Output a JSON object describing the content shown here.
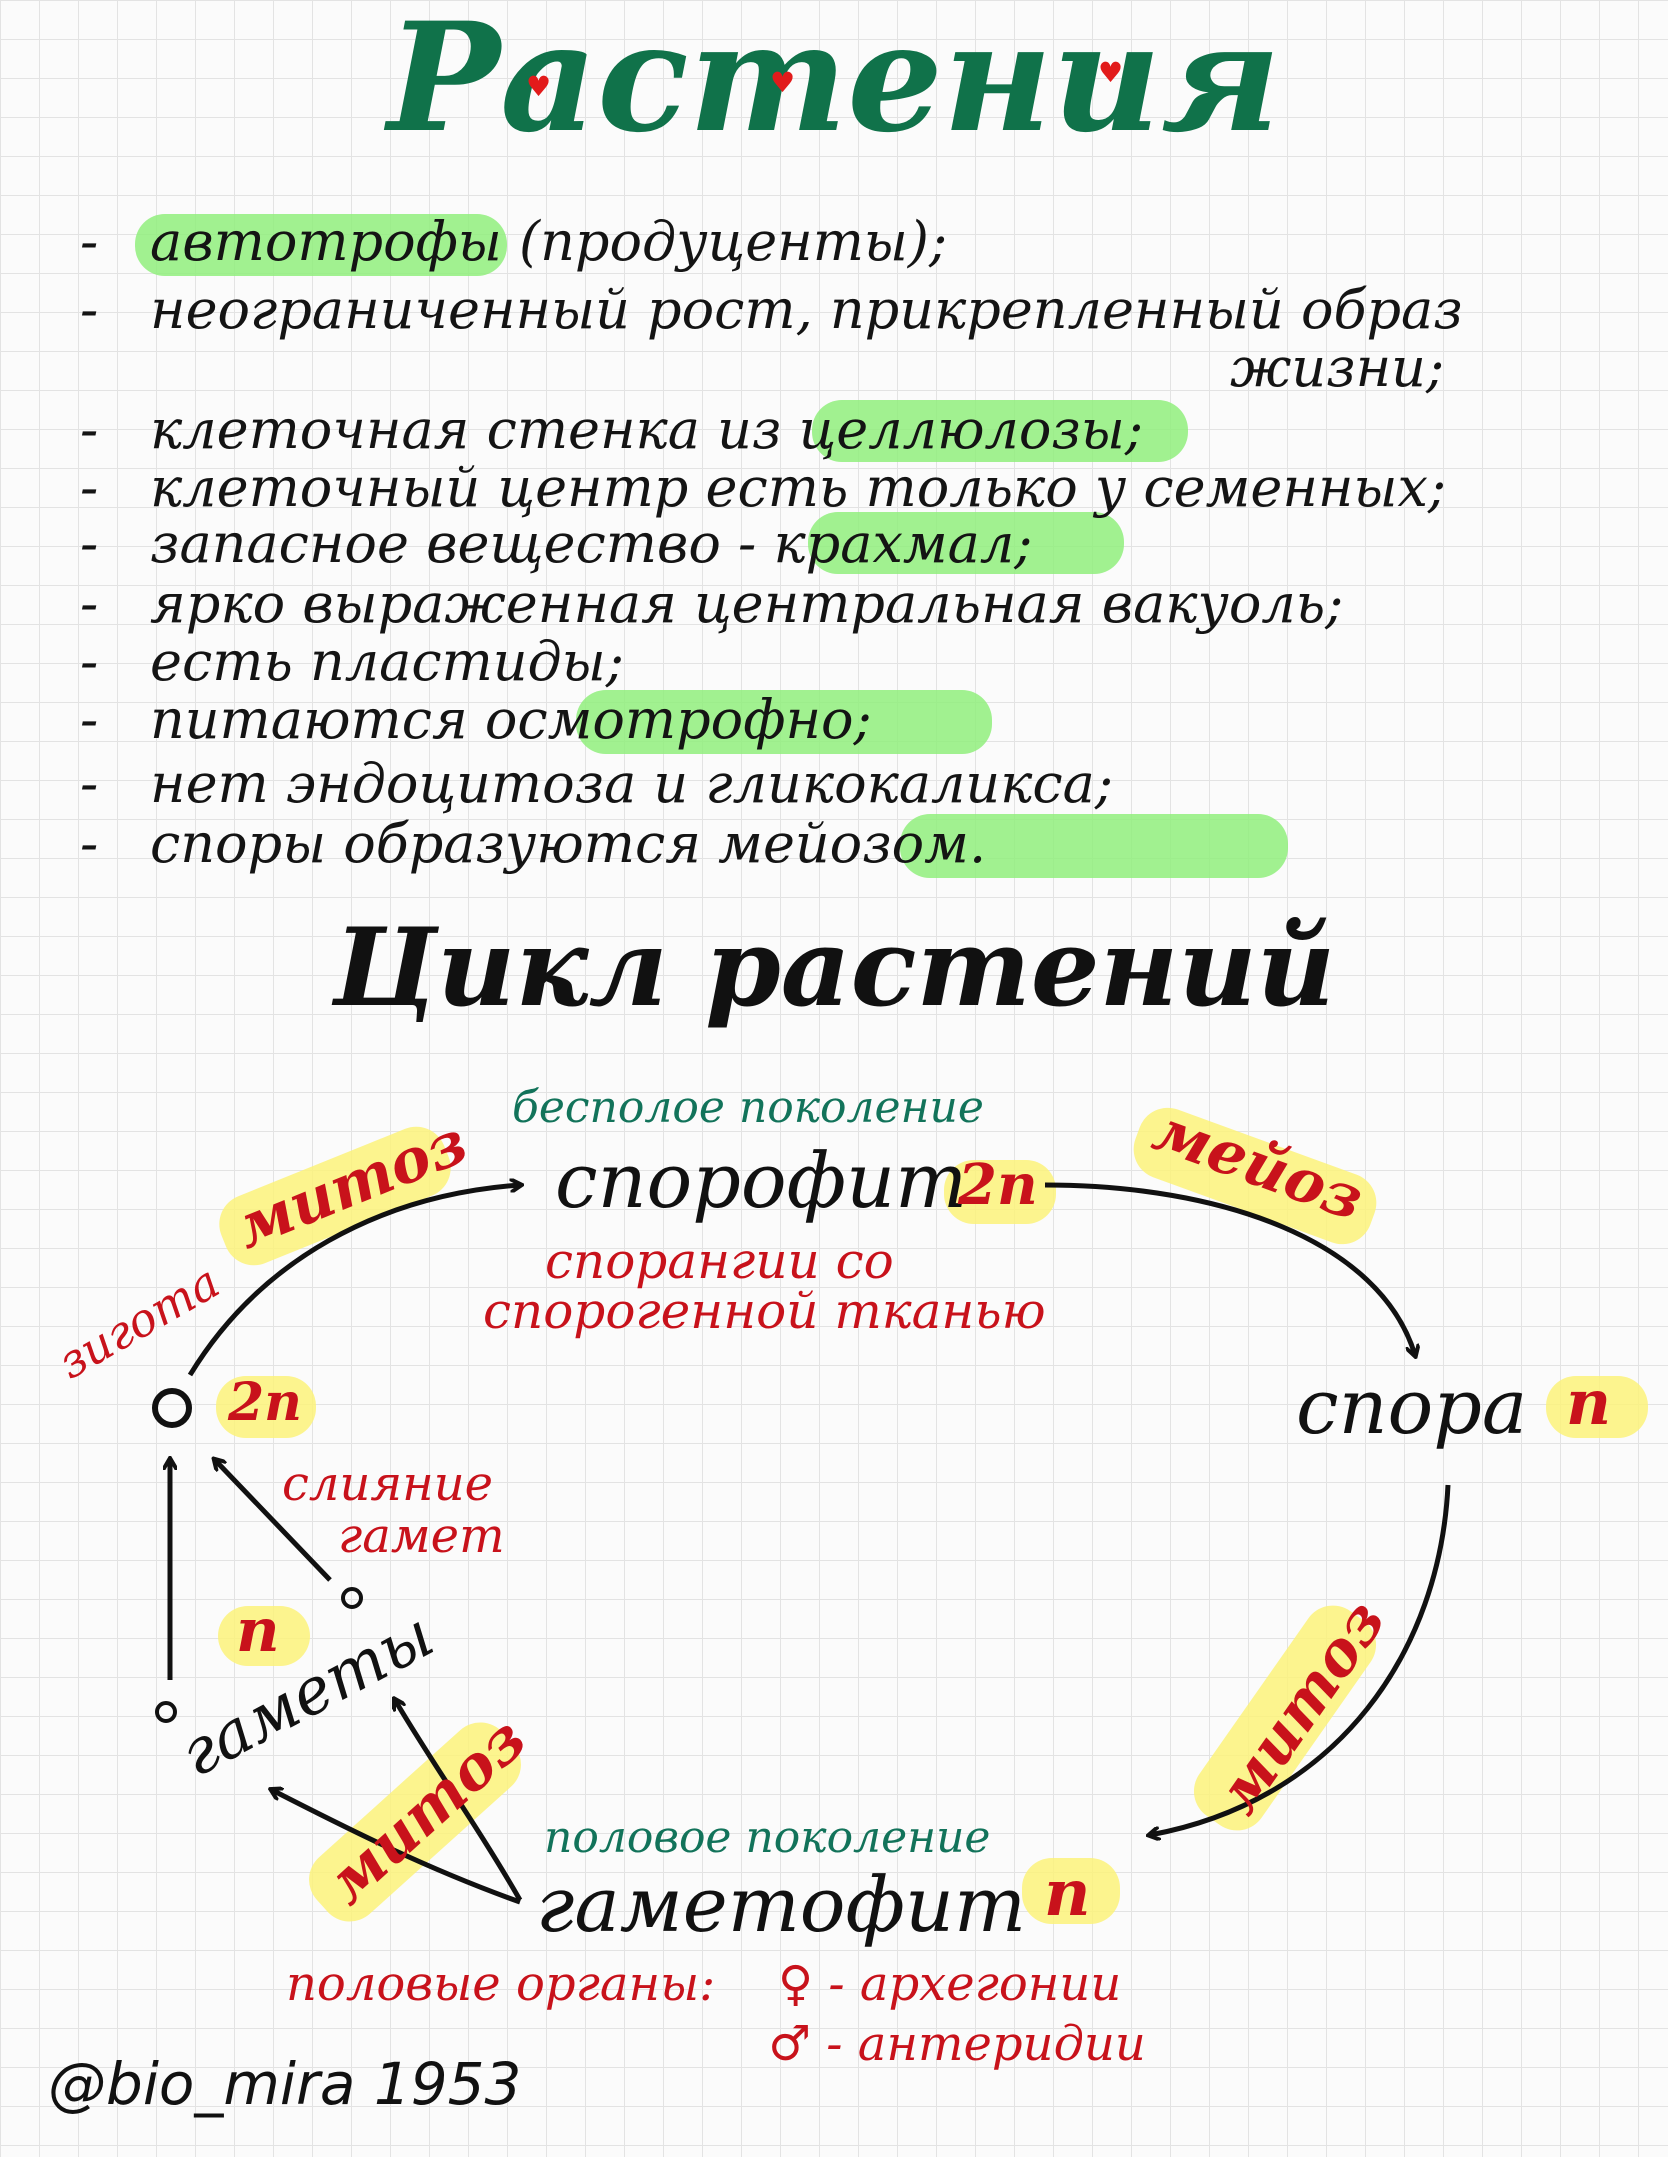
{
  "title": "Растения",
  "properties": [
    {
      "dash": "-",
      "before": "",
      "highlight": "автотрофы",
      "after": " (продуценты);"
    },
    {
      "dash": "-",
      "before": "неограниченный рост, прикрепленный образ",
      "highlight": "",
      "after": ""
    },
    {
      "dash": "",
      "before": "жизни;",
      "highlight": "",
      "after": ""
    },
    {
      "dash": "-",
      "before": "клеточная стенка из ",
      "highlight": "целлюлозы",
      "after": ";"
    },
    {
      "dash": "-",
      "before": "клеточный центр есть только у семенных;",
      "highlight": "",
      "after": ""
    },
    {
      "dash": "-",
      "before": "запасное вещество - ",
      "highlight": "крахмал",
      "after": ";"
    },
    {
      "dash": "-",
      "before": "ярко выраженная центральная вакуоль;",
      "highlight": "",
      "after": ""
    },
    {
      "dash": "-",
      "before": "есть пластиды;",
      "highlight": "",
      "after": ""
    },
    {
      "dash": "-",
      "before": "питаются ",
      "highlight": "осмотрофно",
      "after": ";"
    },
    {
      "dash": "-",
      "before": "нет эндоцитоза и гликокаликса;",
      "highlight": "",
      "after": ""
    },
    {
      "dash": "-",
      "before": "споры образуются ",
      "highlight": "мейозом",
      "after": "."
    }
  ],
  "cycle": {
    "title": "Цикл растений",
    "sporophyte": {
      "generation": "бесполое поколение",
      "name": "спорофит",
      "ploidy": "2n",
      "note_line1": "спорангии со",
      "note_line2": "спорогенной тканью"
    },
    "spore": {
      "name": "спора",
      "ploidy": "n"
    },
    "gametophyte": {
      "generation": "половое поколение",
      "name": "гаметофит",
      "ploidy": "n"
    },
    "organs": {
      "label": "половые органы:",
      "female": "♀ - архегонии",
      "male": "♂ - антеридии"
    },
    "gametes": {
      "name": "гаметы",
      "ploidy": "n"
    },
    "zygote": {
      "name": "зигота",
      "ploidy": "2n"
    },
    "fusion": {
      "line1": "слияние",
      "line2": "гамет"
    },
    "mitosis": "митоз",
    "meiosis": "мейоз"
  },
  "author": "@bio_mira 1953",
  "colors": {
    "title": "#10724a",
    "accent_red": "#c8121b",
    "highlight_green": "#90ee7c",
    "highlight_yellow": "#fbf27a",
    "generation_teal": "#12735a"
  }
}
